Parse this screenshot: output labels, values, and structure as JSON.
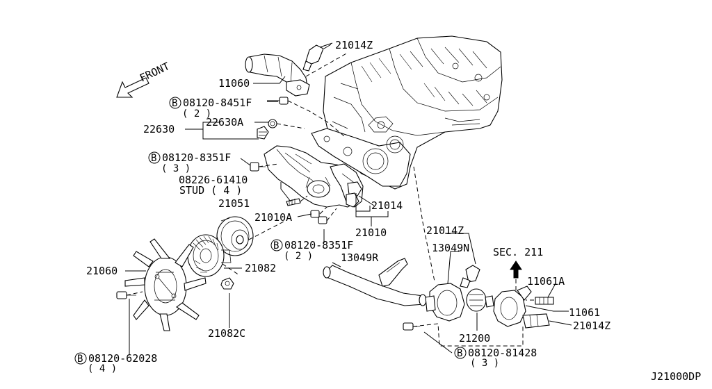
{
  "diagram": {
    "front_label": "FRONT",
    "diagram_id": "J21000DP",
    "bolt_symbol": "B",
    "labels": {
      "p21014Z_top": "21014Z",
      "p11060": "11060",
      "b08120_8451F": "08120-8451F",
      "q08120_8451F": "( 2 )",
      "p22630A": "22630A",
      "p22630": "22630",
      "b08120_8351F_a": "08120-8351F",
      "q08120_8351F_a": "( 3 )",
      "p08226_61410": "08226-61410",
      "stud": "STUD ( 4 )",
      "p21051": "21051",
      "p21010A": "21010A",
      "p21014": "21014",
      "p21010": "21010",
      "b08120_8351F_b": "08120-8351F",
      "q08120_8351F_b": "( 2 )",
      "p13049R": "13049R",
      "p21060": "21060",
      "p21082": "21082",
      "p21082C": "21082C",
      "b08120_62028": "08120-62028",
      "q08120_62028": "( 4 )",
      "p21014Z_mid": "21014Z",
      "p13049N": "13049N",
      "sec211": "SEC. 211",
      "p11061A": "11061A",
      "p11061": "11061",
      "p21014Z_right": "21014Z",
      "p21200": "21200",
      "b08120_81428": "08120-81428",
      "q08120_81428": "( 3 )"
    }
  }
}
